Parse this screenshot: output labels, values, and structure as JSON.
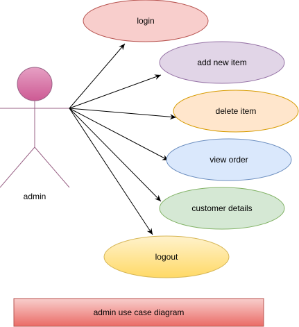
{
  "actor": {
    "name": "admin",
    "head_gradient_top": "#e6a0c4",
    "head_gradient_bottom": "#cd5a94",
    "stroke_color": "#996185"
  },
  "use_cases": [
    {
      "id": "login",
      "label": "login",
      "fill": "#f8cecc",
      "stroke": "#b85450"
    },
    {
      "id": "add-new-item",
      "label": "add new item",
      "fill": "#e1d5e7",
      "stroke": "#9673a6"
    },
    {
      "id": "delete-item",
      "label": "delete item",
      "fill": "#ffe6cc",
      "stroke": "#d79b00"
    },
    {
      "id": "view-order",
      "label": "view order",
      "fill": "#dae8fc",
      "stroke": "#6c8ebf"
    },
    {
      "id": "customer-details",
      "label": "customer details",
      "fill": "#d5e8d4",
      "stroke": "#82b366"
    },
    {
      "id": "logout",
      "label": "logout",
      "fill": "#fff2cc",
      "stroke": "#d6b656",
      "fill_bottom": "#ffd966"
    }
  ],
  "caption": {
    "text": "admin use case diagram",
    "fill_top": "#f8cecc",
    "fill_bottom": "#ea6b66",
    "stroke": "#b85450"
  }
}
